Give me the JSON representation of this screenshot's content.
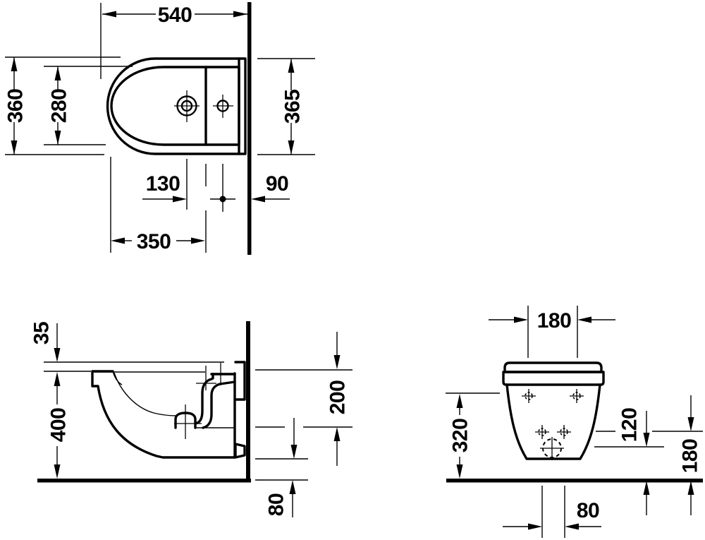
{
  "colors": {
    "line": "#000000",
    "background": "#ffffff"
  },
  "plan": {
    "depth": "540",
    "overall_width": "360",
    "inner_width": "280",
    "side_width": "365",
    "tap_spacing": "130",
    "wall_clearance": "90",
    "deck_depth": "350"
  },
  "side": {
    "top_offset": "35",
    "rim_height": "400",
    "drain_drop": "200",
    "floor_gap": "80"
  },
  "front": {
    "fixing_spacing": "180",
    "body_height": "320",
    "drain_height": "120",
    "supply_height": "180",
    "supply_spacing": "80"
  }
}
